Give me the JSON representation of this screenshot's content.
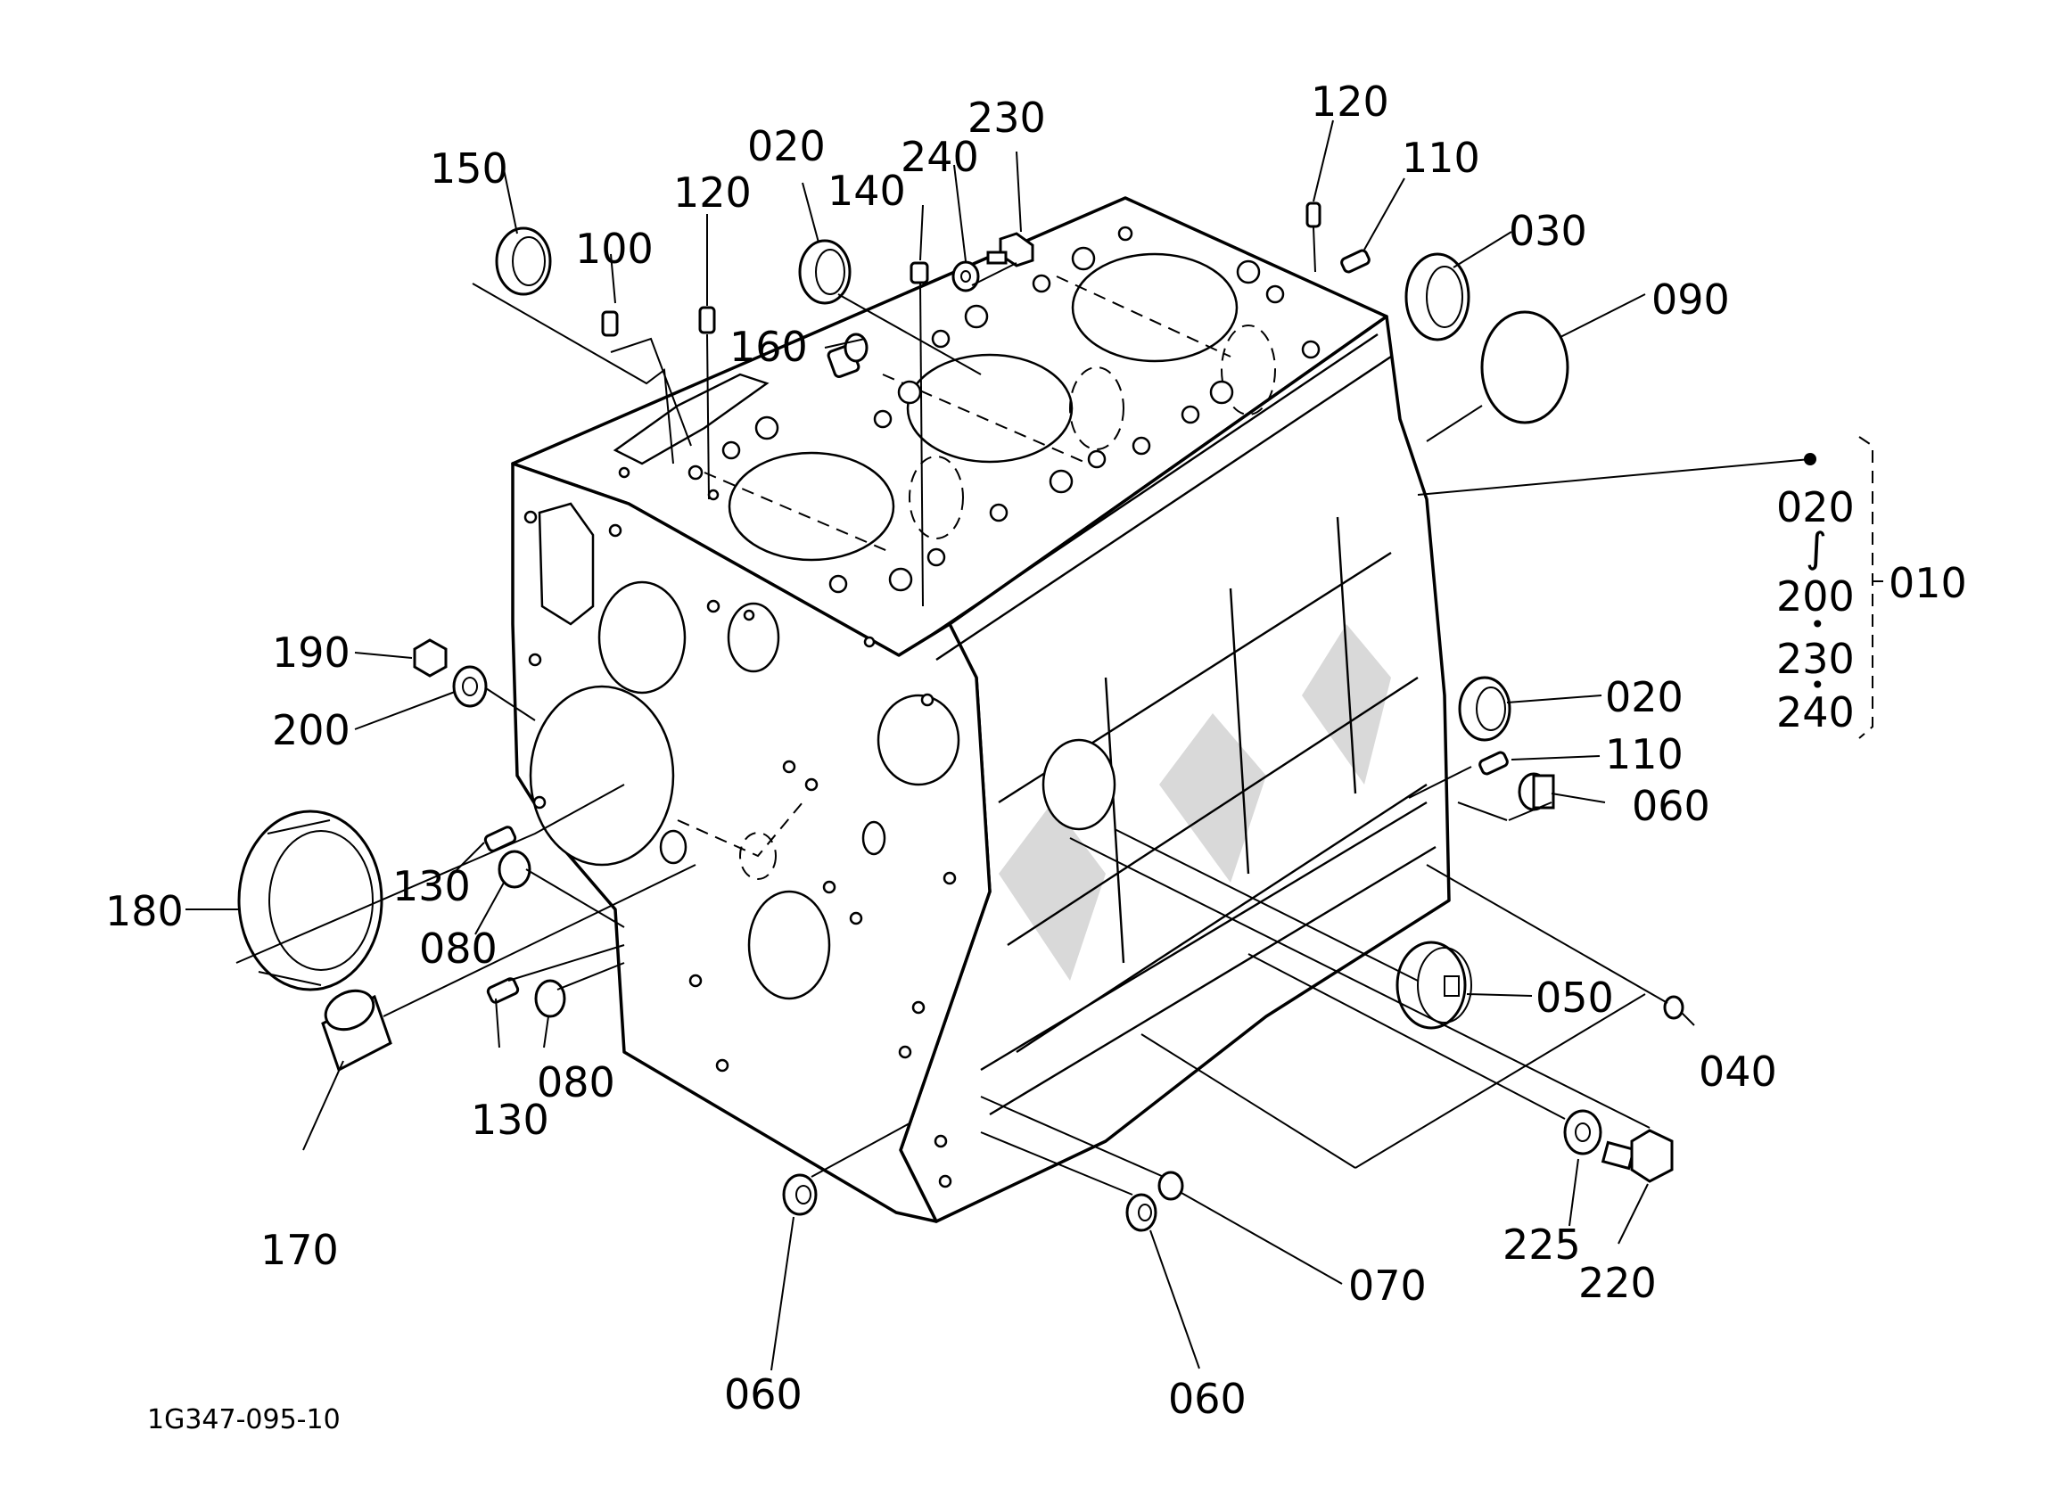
{
  "callouts": [
    {
      "id": "c-150",
      "text": "150"
    },
    {
      "id": "c-100",
      "text": "100"
    },
    {
      "id": "c-120a",
      "text": "120"
    },
    {
      "id": "c-020a",
      "text": "020"
    },
    {
      "id": "c-140",
      "text": "140"
    },
    {
      "id": "c-240",
      "text": "240"
    },
    {
      "id": "c-230",
      "text": "230"
    },
    {
      "id": "c-160",
      "text": "160"
    },
    {
      "id": "c-120b",
      "text": "120"
    },
    {
      "id": "c-110a",
      "text": "110"
    },
    {
      "id": "c-030",
      "text": "030"
    },
    {
      "id": "c-090",
      "text": "090"
    },
    {
      "id": "c-190",
      "text": "190"
    },
    {
      "id": "c-200",
      "text": "200"
    },
    {
      "id": "c-020b",
      "text": "020"
    },
    {
      "id": "c-110b",
      "text": "110"
    },
    {
      "id": "c-060a",
      "text": "060"
    },
    {
      "id": "c-180",
      "text": "180"
    },
    {
      "id": "c-130a",
      "text": "130"
    },
    {
      "id": "c-080a",
      "text": "080"
    },
    {
      "id": "c-050",
      "text": "050"
    },
    {
      "id": "c-040",
      "text": "040"
    },
    {
      "id": "c-130b",
      "text": "130"
    },
    {
      "id": "c-080b",
      "text": "080"
    },
    {
      "id": "c-170",
      "text": "170"
    },
    {
      "id": "c-225",
      "text": "225"
    },
    {
      "id": "c-220",
      "text": "220"
    },
    {
      "id": "c-070",
      "text": "070"
    },
    {
      "id": "c-060b",
      "text": "060"
    },
    {
      "id": "c-060c",
      "text": "060"
    }
  ],
  "assembly_group": {
    "label": "010",
    "range_start": "020",
    "range_mark": "∫",
    "range_end": "200",
    "dot": "•",
    "extra_1": "230",
    "extra_2": "240"
  },
  "drawing_code": "1G347-095-10",
  "colors": {
    "ink": "#000000",
    "paper": "#ffffff",
    "shade": "#d9d9d9"
  }
}
